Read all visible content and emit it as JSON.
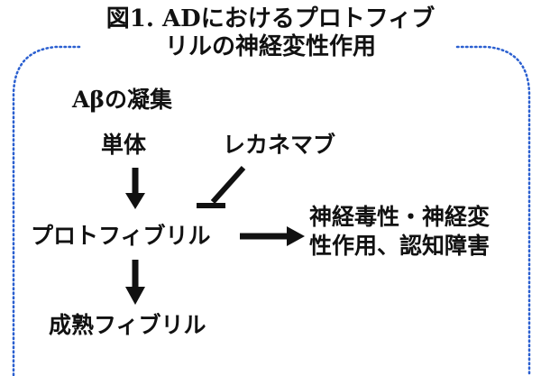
{
  "title": {
    "line1": "図1. ADにおけるプロトフィブ",
    "line2": "リルの神経変性作用"
  },
  "section_label": "Aβの凝集",
  "nodes": {
    "monomer": "単体",
    "drug": "レカネマブ",
    "protofibril": "プロトフィブリル",
    "effect_line1": "神経毒性・神経変",
    "effect_line2": "性作用、認知障害",
    "mature_fibril": "成熟フィブリル"
  },
  "colors": {
    "border": "#2a5fd0",
    "text": "#111111"
  }
}
